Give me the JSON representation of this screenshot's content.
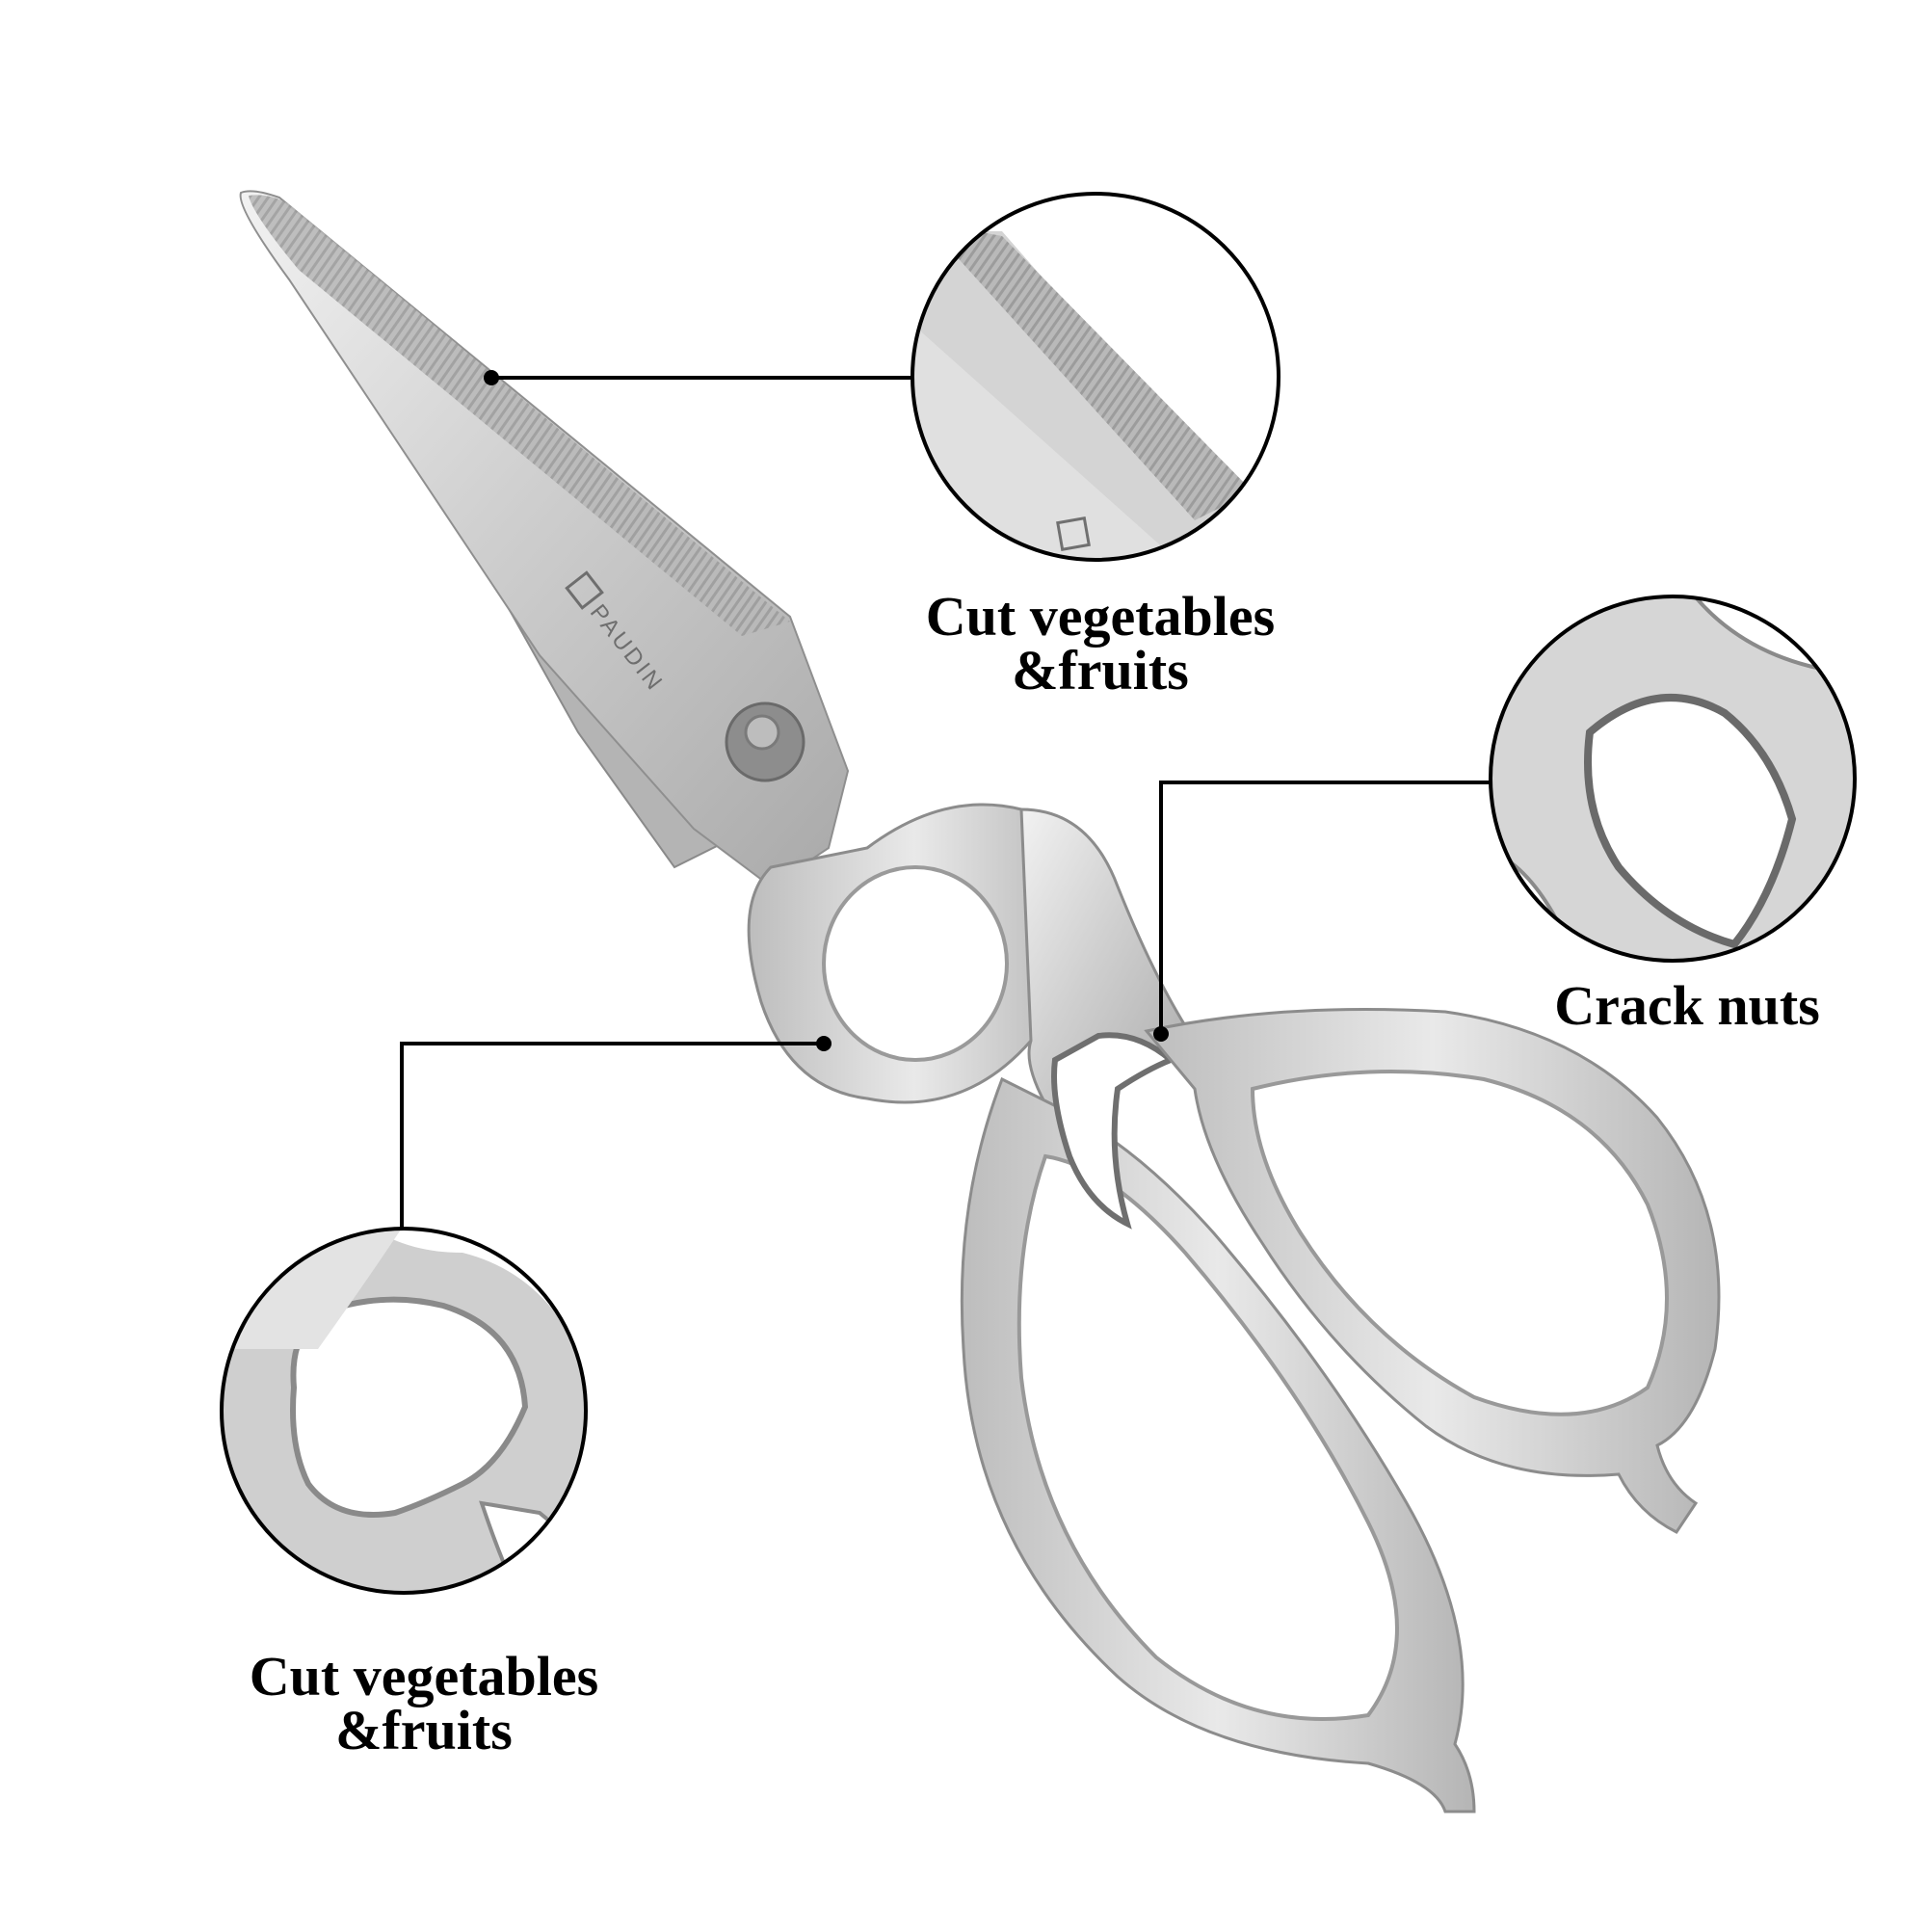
{
  "image": {
    "product_brand": "PAUDIN",
    "background_color": "#ffffff",
    "accent_color": "#000000",
    "metal_color": "#c9c9c9"
  },
  "callouts": [
    {
      "id": "blade",
      "line1": "Cut vegetables",
      "line2": "&fruits",
      "detail_icon": "serrated-blade-closeup"
    },
    {
      "id": "nutcracker",
      "line1": "Crack nuts",
      "detail_icon": "nutcracker-teeth-closeup"
    },
    {
      "id": "handle",
      "line1": "Cut vegetables",
      "line2": "&fruits",
      "detail_icon": "handle-loop-closeup"
    }
  ],
  "engraving": {
    "brand_text": "PAUDIN"
  }
}
